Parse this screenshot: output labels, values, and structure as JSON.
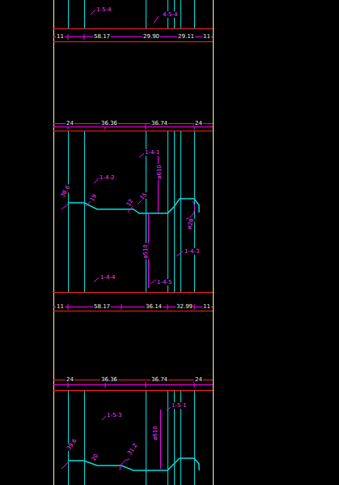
{
  "diagram": {
    "labels": [
      "1-5-4",
      "4-5-4",
      "11",
      "58.17",
      "29.90",
      "29.11",
      "11",
      "24",
      "36.36",
      "36.74",
      "24",
      "1-4-1",
      "ø610",
      "1-4-2",
      "38.6",
      "19",
      "12",
      "15",
      "ø28",
      "ø510",
      "1-4-3",
      "1-4-4",
      "1-4-5",
      "11",
      "58.17",
      "36.14",
      "32.99",
      "11",
      "24",
      "36.36",
      "36.74",
      "24",
      "1-5-1",
      "1-5-3",
      "ø610",
      "39.6",
      "20",
      "31.2"
    ]
  }
}
